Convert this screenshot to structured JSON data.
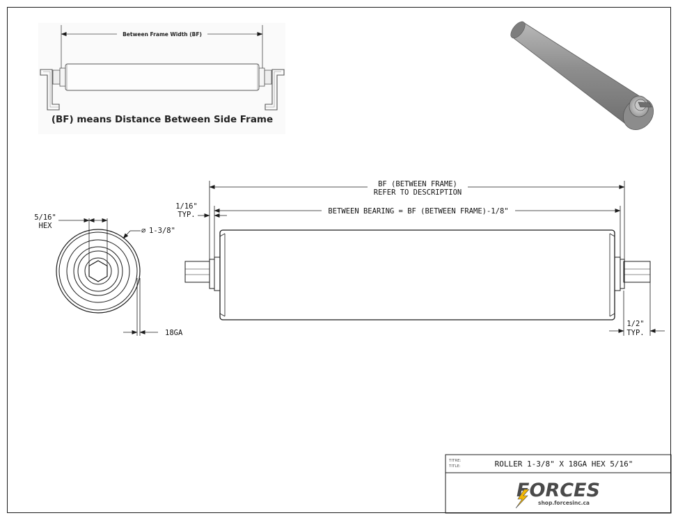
{
  "inset": {
    "title": "Between Frame Width (BF)",
    "caption": "(BF) means Distance Between Side Frame"
  },
  "end_view": {
    "hex_line1": "5/16\"",
    "hex_line2": "HEX",
    "diameter_symbol": "∅",
    "diameter": "1-3/8\"",
    "gauge": "18GA"
  },
  "side_view": {
    "bf_line1": "BF (BETWEEN FRAME)",
    "bf_line2": "REFER TO DESCRIPTION",
    "bearing": "BETWEEN BEARING = BF (BETWEEN FRAME)-1/8\"",
    "left_offset_line1": "1/16\"",
    "left_offset_line2": "TYP.",
    "shaft_line1": "1/2\"",
    "shaft_line2": "TYP."
  },
  "title_block": {
    "title_labels": [
      "TITRE:",
      "TITLE:"
    ],
    "title": "ROLLER 1-3/8\" X 18GA HEX 5/16\"",
    "logo_pre": "F",
    "logo_mid": "O",
    "logo_post": "RCES",
    "url": "shop.forcesinc.ca"
  },
  "colors": {
    "line": "#1a1a1a",
    "roller_body": "#8a8a8a",
    "roller_highlight": "#c9c9c9",
    "logo": "#4a4a4a",
    "logo_accent": "#f2b705"
  }
}
